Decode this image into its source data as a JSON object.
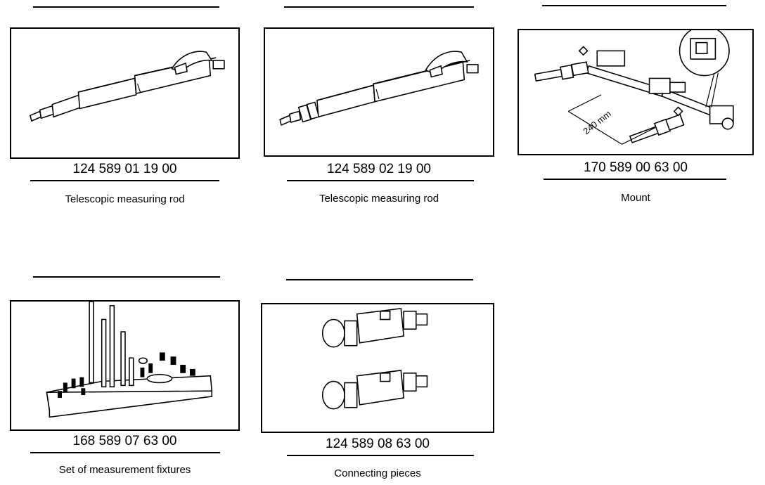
{
  "tools": [
    {
      "part_number": "124 589 01 19 00",
      "caption": "Telescopic measuring rod",
      "icon": "telescopic-rod-icon"
    },
    {
      "part_number": "124 589 02 19 00",
      "caption": "Telescopic measuring rod",
      "icon": "telescopic-rod-icon"
    },
    {
      "part_number": "170 589 00 63 00",
      "caption": "Mount",
      "icon": "mount-icon",
      "dimension_label": "240 mm"
    },
    {
      "part_number": "168 589 07 63 00",
      "caption": "Set of measurement fixtures",
      "icon": "fixture-set-icon"
    },
    {
      "part_number": "124 589 08 63 00",
      "caption": "Connecting pieces",
      "icon": "connecting-pieces-icon"
    }
  ]
}
